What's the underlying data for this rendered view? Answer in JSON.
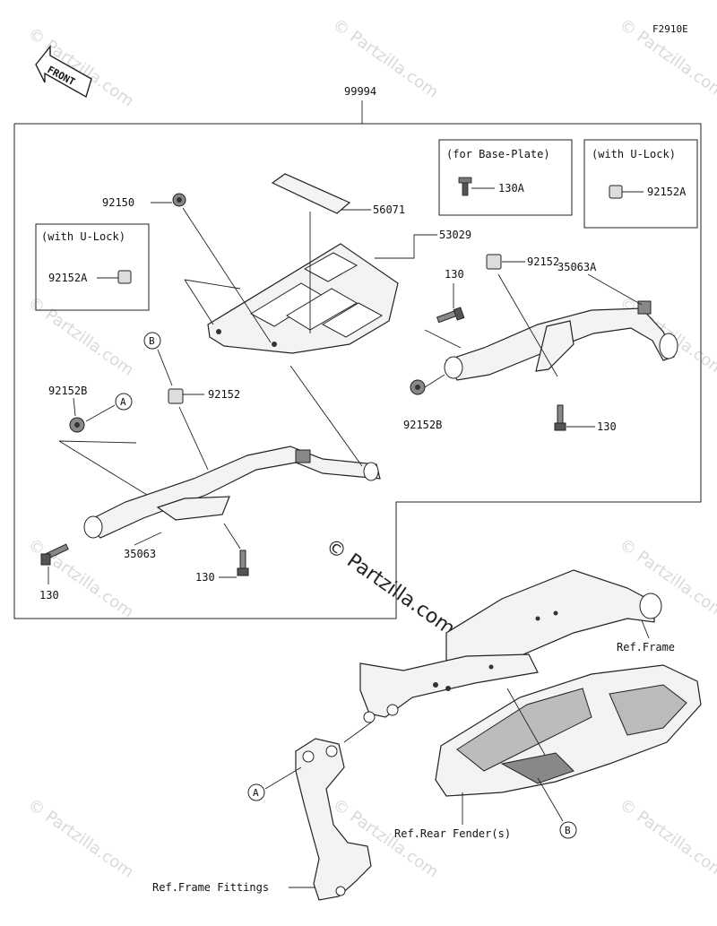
{
  "figure_code": "F2910E",
  "front_arrow_label": "FRONT",
  "kit_number": "99994",
  "watermark_main": "© Partzilla.com",
  "watermark_small": "© Partzilla.com",
  "boxes": {
    "base_plate_title": "(for Base-Plate)",
    "u_lock_title_right": "(with U-Lock)",
    "u_lock_title_left": "(with U-Lock)"
  },
  "parts": {
    "p92150": "92150",
    "p56071": "56071",
    "p53029": "53029",
    "p130A": "130A",
    "p92152A_right": "92152A",
    "p92152A_left": "92152A",
    "p130_top": "130",
    "p92152_right": "92152",
    "p35063A": "35063A",
    "p92152B_right": "92152B",
    "p130_right": "130",
    "p92152B_left": "92152B",
    "p92152_left": "92152",
    "p35063": "35063",
    "p130_left": "130",
    "p130_bottom": "130"
  },
  "callouts": {
    "A_upper": "A",
    "B_upper": "B",
    "A_lower": "A",
    "B_lower": "B"
  },
  "refs": {
    "frame": "Ref.Frame",
    "rear_fender": "Ref.Rear Fender(s)",
    "frame_fittings": "Ref.Frame Fittings"
  }
}
